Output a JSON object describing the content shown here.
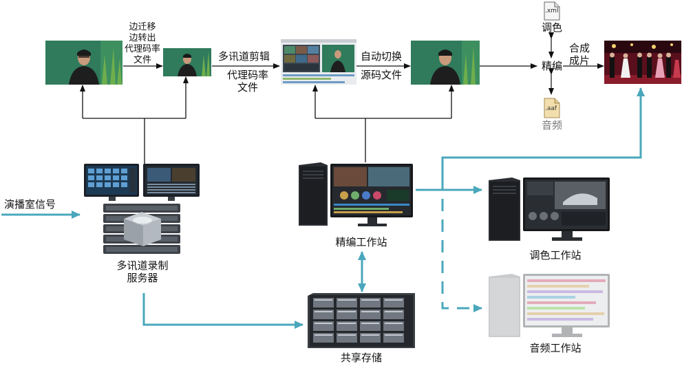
{
  "diagram": {
    "colors": {
      "flow_black": "#111111",
      "flow_teal": "#4aa7bb",
      "studio_bg": "#2e7a5d",
      "stage_bg": "#5a0f1c"
    },
    "labels": {
      "edge_proxy": "边迁移\n边转出\n代理码率\n文件",
      "multi_edit": "多讯道剪辑",
      "proxy_file": "代理码率\n文件",
      "auto_switch": "自动切换",
      "source_file": "源码文件",
      "grading": "调色",
      "fine_edit": "精编",
      "audio": "音频",
      "compose": "合成\n成片",
      "xml_ext": ".xml",
      "aaf_ext": ".aaf",
      "studio_signal": "演播室信号",
      "record_server": "多讯道录制\n服务器",
      "edit_station": "精编工作站",
      "shared_storage": "共享存储",
      "grading_station": "调色工作站",
      "audio_station": "音频工作站"
    },
    "icons": [
      "xml-file-icon",
      "aaf-file-icon",
      "monitor-icon",
      "server-rack-icon",
      "workstation-icon",
      "storage-array-icon"
    ]
  }
}
